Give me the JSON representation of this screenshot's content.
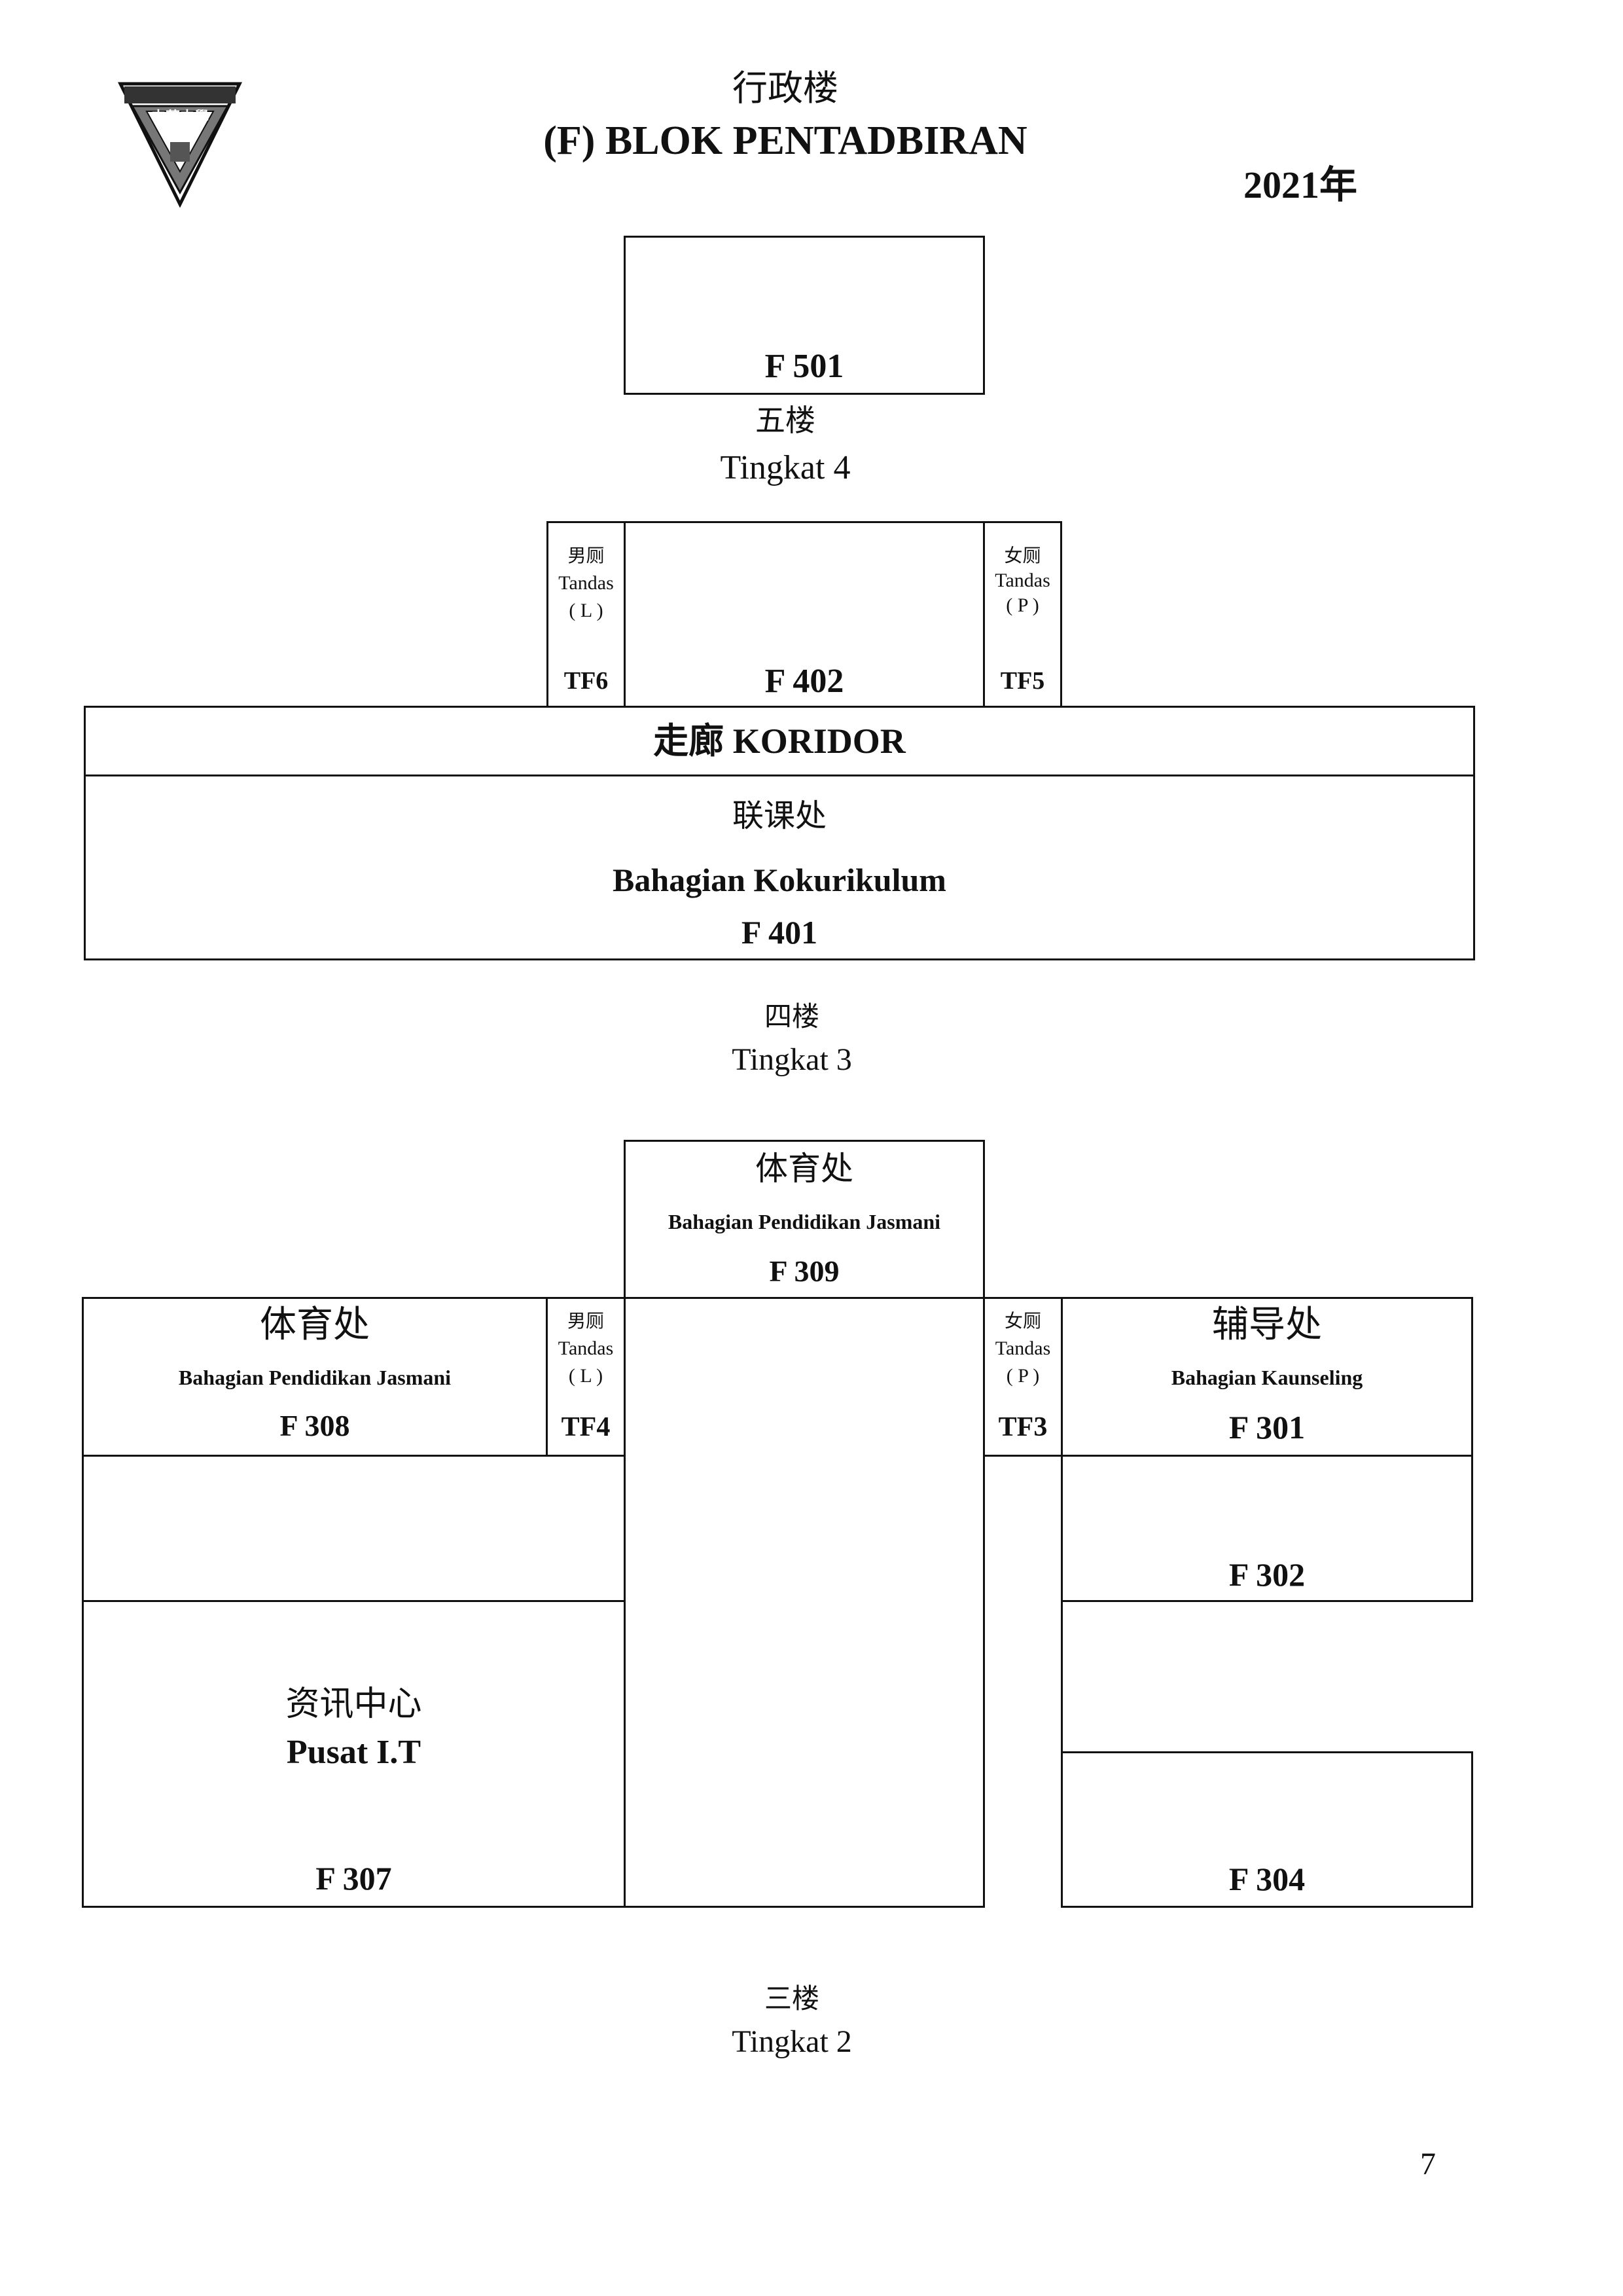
{
  "header": {
    "title_cn": "行政楼",
    "title_ms": "(F) BLOK PENTADBIRAN",
    "year": "2021年",
    "logo_text": "中華中學"
  },
  "floor5": {
    "room": "F 501",
    "label_cn": "五楼",
    "label_ms": "Tingkat 4"
  },
  "floor4": {
    "toilet_male": {
      "cn": "男厕",
      "ms": "Tandas",
      "sub": "( L )",
      "code": "TF6"
    },
    "room_main": "F 402",
    "toilet_female": {
      "cn": "女厕",
      "ms": "Tandas",
      "sub": "( P )",
      "code": "TF5"
    },
    "corridor": "走廊 KORIDOR",
    "kokurikulum": {
      "cn": "联课处",
      "ms": "Bahagian Kokurikulum",
      "code": "F 401"
    },
    "label_cn": "四楼",
    "label_ms": "Tingkat 3"
  },
  "floor3": {
    "f309": {
      "cn": "体育处",
      "ms": "Bahagian Pendidikan Jasmani",
      "code": "F 309"
    },
    "f308": {
      "cn": "体育处",
      "ms": "Bahagian Pendidikan Jasmani",
      "code": "F 308"
    },
    "toilet_male": {
      "cn": "男厕",
      "ms": "Tandas",
      "sub": "( L )",
      "code": "TF4"
    },
    "toilet_female": {
      "cn": "女厕",
      "ms": "Tandas",
      "sub": "( P )",
      "code": "TF3"
    },
    "f301": {
      "cn": "辅导处",
      "ms": "Bahagian Kaunseling",
      "code": "F 301"
    },
    "f302": "F 302",
    "f307": {
      "cn": "资讯中心",
      "ms": "Pusat I.T",
      "code": "F 307"
    },
    "f304": "F 304",
    "label_cn": "三楼",
    "label_ms": "Tingkat 2"
  },
  "page_number": "7"
}
